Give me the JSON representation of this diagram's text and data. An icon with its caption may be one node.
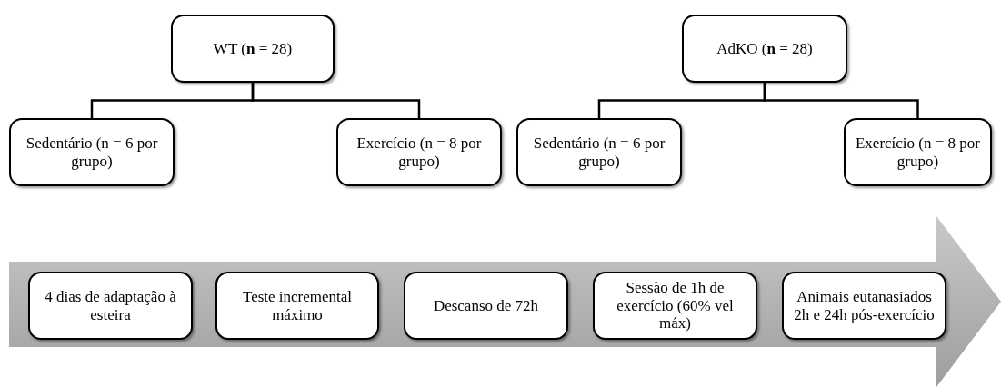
{
  "diagram": {
    "nodes": [
      {
        "text": [
          "WT (**n** = 28)"
        ]
      },
      {
        "text": [
          "AdKO (**n** = 28)"
        ]
      },
      {
        "text": [
          "Sedentário (n = 6 por grupo)"
        ]
      },
      {
        "text": [
          "Exercício (n = 8 por grupo)"
        ]
      },
      {
        "text": [
          "Sedentário (n = 6 por grupo)"
        ]
      },
      {
        "text": [
          "Exercício (n = 8 por grupo)"
        ]
      },
      {
        "text": [],
        "shape": "arrow"
      },
      {
        "text": [
          "4 dias de adaptação à esteira"
        ],
        "in": 6
      },
      {
        "text": [
          "Teste incremental máximo"
        ],
        "in": 6
      },
      {
        "text": [
          "Descanso de 72h"
        ],
        "in": 6
      },
      {
        "text": [
          "Sessão de 1h de exercício (60% vel máx)"
        ],
        "in": 6
      },
      {
        "text": [
          "Animais eutanasiados 2h e 24h pós-exercício"
        ],
        "in": 6
      }
    ],
    "edges": [
      {
        "from": 0,
        "to": 2,
        "arrow": "none"
      },
      {
        "from": 0,
        "to": 3,
        "arrow": "none"
      },
      {
        "from": 1,
        "to": 4,
        "arrow": "none"
      },
      {
        "from": 1,
        "to": 5,
        "arrow": "none"
      }
    ]
  }
}
